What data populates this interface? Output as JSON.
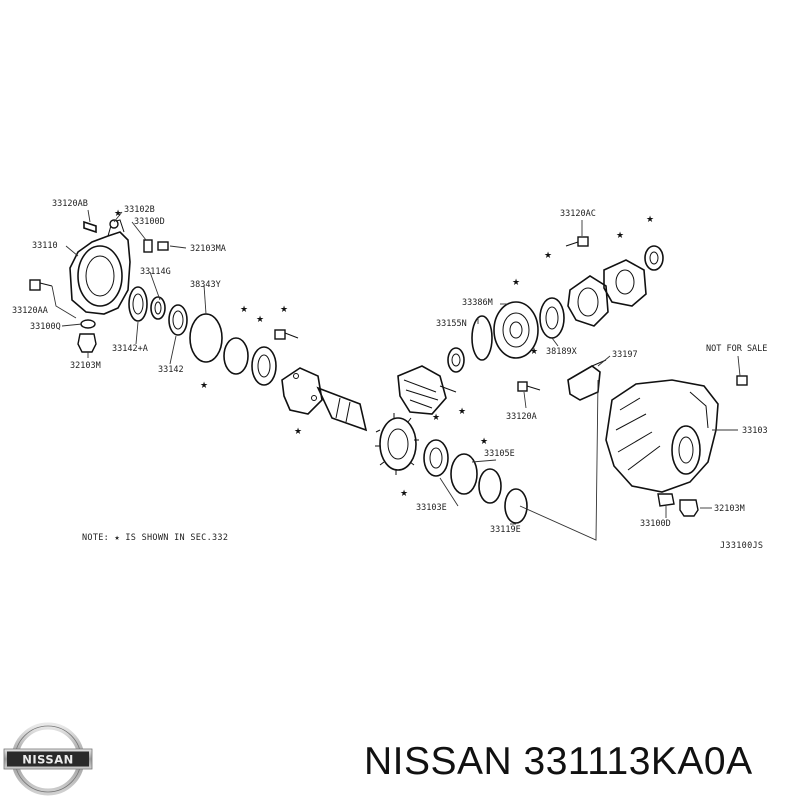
{
  "part_labels": [
    {
      "text": "33120AB"
    },
    {
      "text": "33102B"
    },
    {
      "text": "33100D"
    },
    {
      "text": "33110"
    },
    {
      "text": "32103MA"
    },
    {
      "text": "33114G"
    },
    {
      "text": "38343Y"
    },
    {
      "text": "33120AA"
    },
    {
      "text": "33100Q"
    },
    {
      "text": "33142+A"
    },
    {
      "text": "33142"
    },
    {
      "text": "32103M"
    },
    {
      "text": "33120AC"
    },
    {
      "text": "33386M"
    },
    {
      "text": "33155N"
    },
    {
      "text": "38189X"
    },
    {
      "text": "33197"
    },
    {
      "text": "NOT FOR SALE"
    },
    {
      "text": "33120A"
    },
    {
      "text": "33103"
    },
    {
      "text": "33105E"
    },
    {
      "text": "33103E"
    },
    {
      "text": "33119E"
    },
    {
      "text": "32103M"
    },
    {
      "text": "33100D"
    }
  ],
  "note": "NOTE: ★ IS SHOWN IN SEC.332",
  "diagram_code": "J33100JS",
  "logo_text": "NISSAN",
  "part_title": "NISSAN 331113KA0A",
  "icons": [
    "nissan-logo-icon",
    "star-marker-icon"
  ]
}
